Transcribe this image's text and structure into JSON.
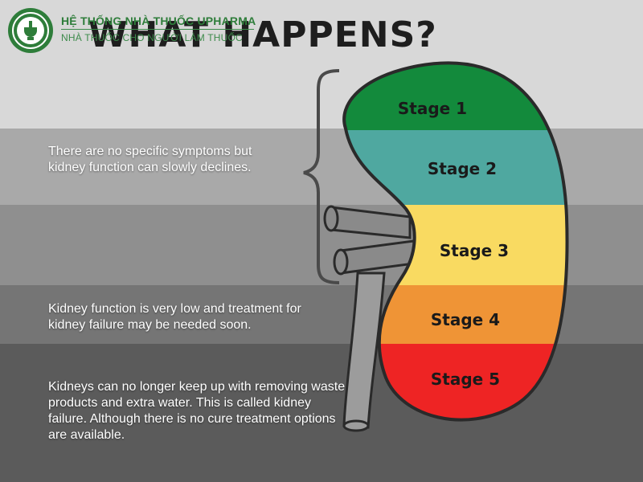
{
  "header": {
    "title": "WHAT HAPPENS?",
    "brand_name": "HỆ THỐNG NHÀ THUỐC UPHARMA",
    "brand_tagline": "NHÀ THUỐC CHO NGƯỜI LÀM THUỐC"
  },
  "descriptions": {
    "early": "There are no specific symptoms but kidney function can slowly declines.",
    "stage4": "Kidney function is very low and treatment for kidney failure may be needed soon.",
    "stage5": "Kidneys can no longer keep up with removing waste products and extra water. This is called kidney failure. Although there is no cure treatment options are available."
  },
  "kidney": {
    "stages": [
      {
        "label": "Stage 1",
        "color": "#138a3c"
      },
      {
        "label": "Stage 2",
        "color": "#4fa8a0"
      },
      {
        "label": "Stage 3",
        "color": "#f9da61"
      },
      {
        "label": "Stage 4",
        "color": "#ef9436"
      },
      {
        "label": "Stage 5",
        "color": "#ee2424"
      }
    ]
  },
  "colors": {
    "brand_green": "#2e7d3a",
    "outline": "#2a2a2a"
  }
}
